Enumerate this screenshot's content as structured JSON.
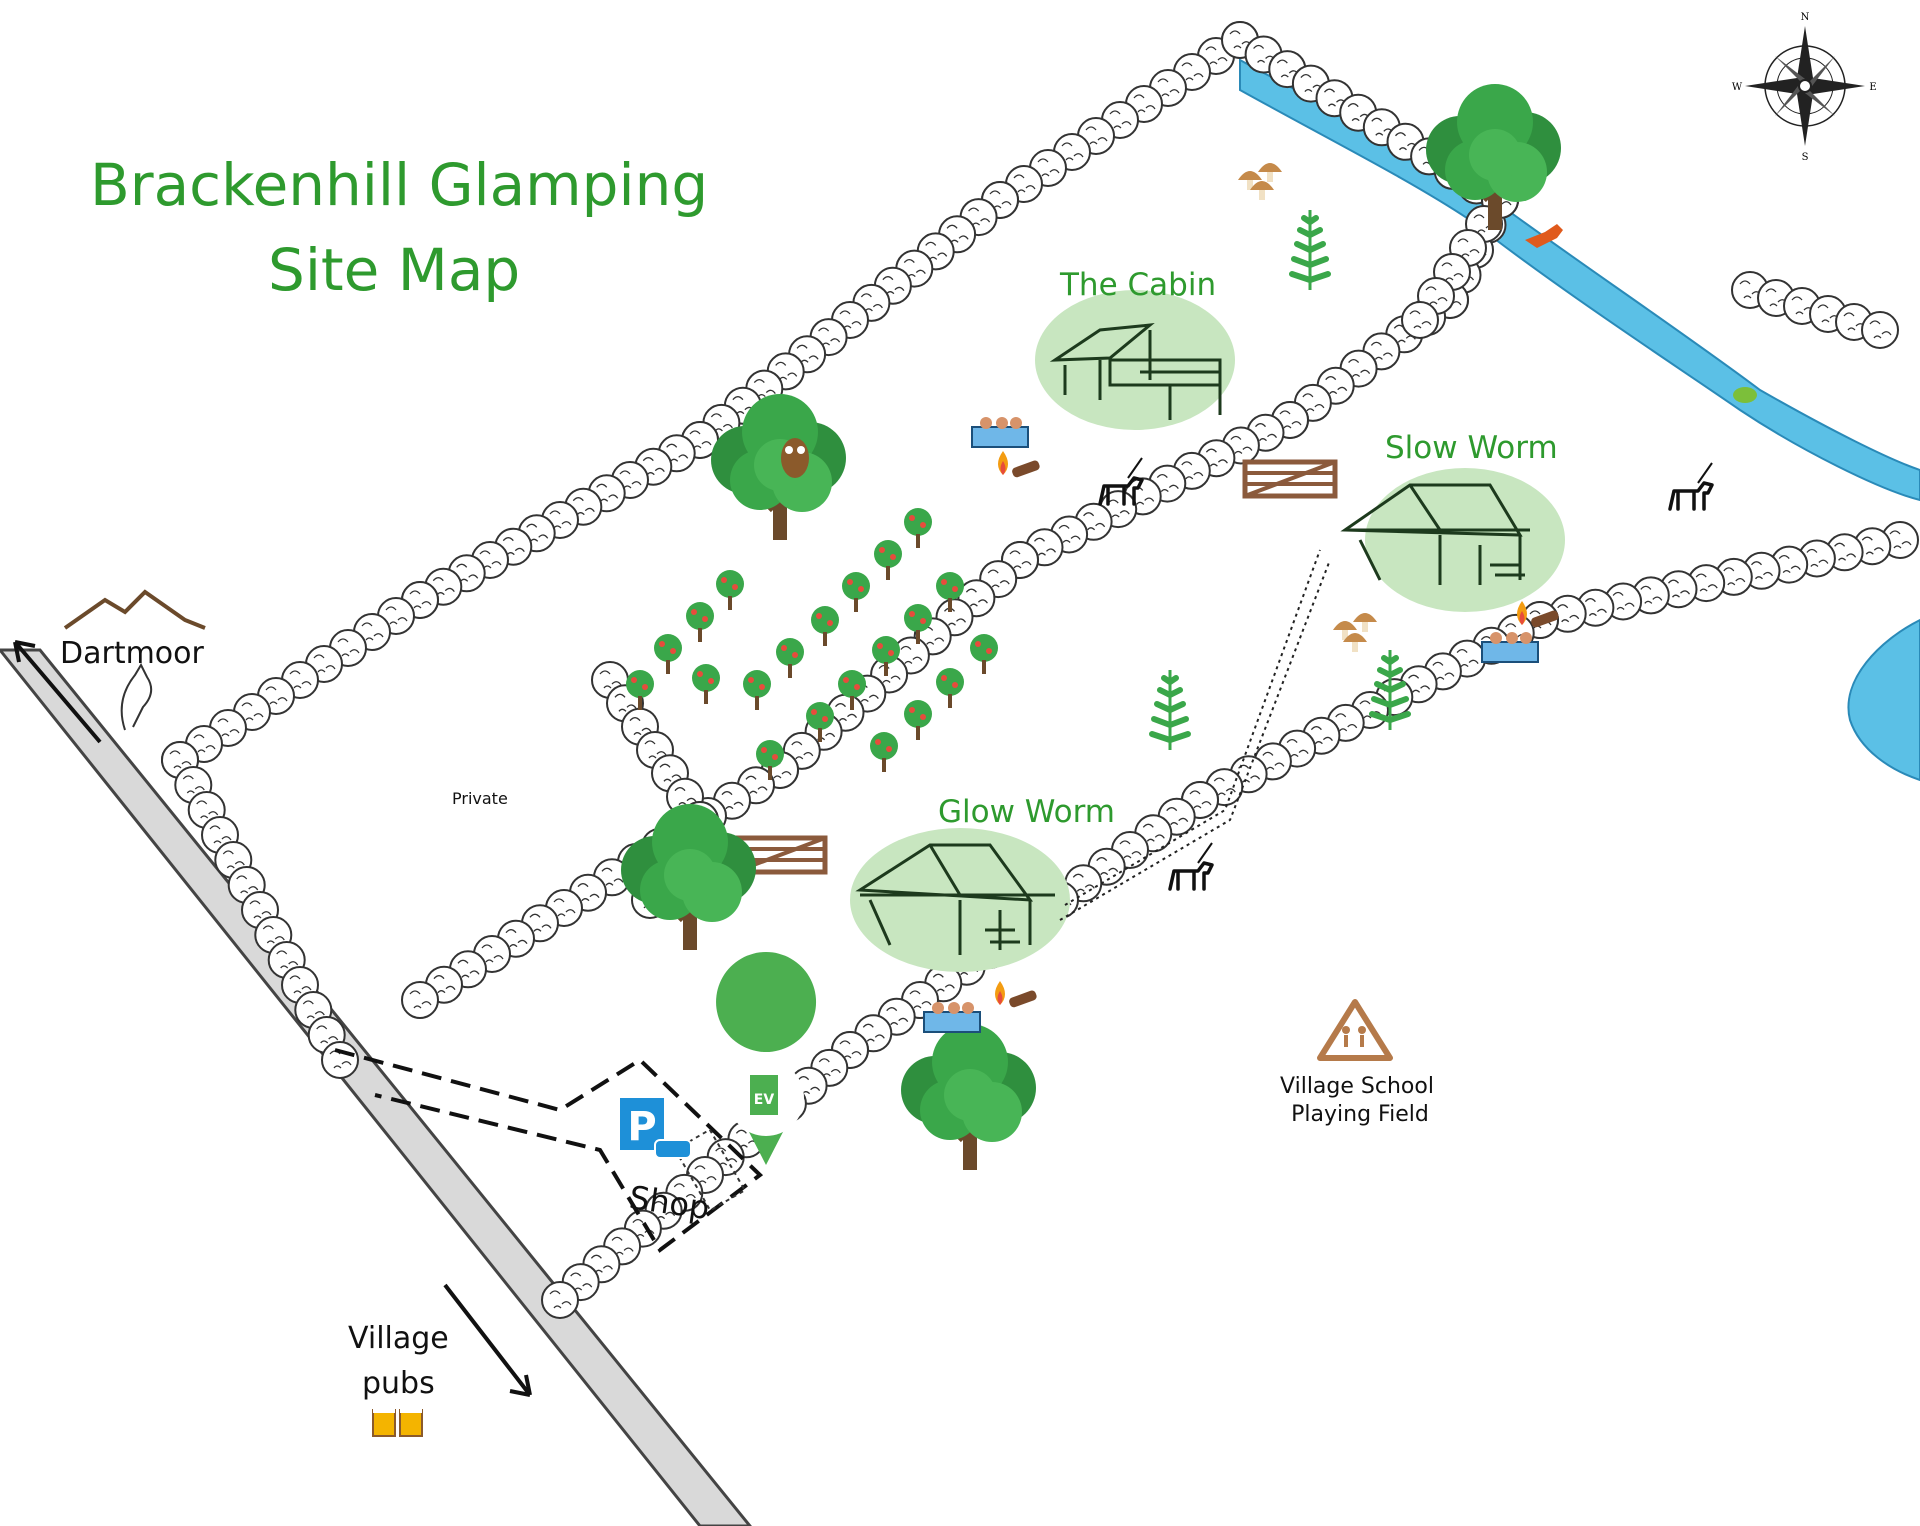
{
  "title": {
    "line1": "Brackenhill Glamping",
    "line2": "Site Map"
  },
  "lodges": {
    "cabin": "The Cabin",
    "slow_worm": "Slow Worm",
    "glow_worm": "Glow Worm"
  },
  "areas": {
    "private": "Private",
    "shop": "Shop",
    "school_line1": "Village School",
    "school_line2": "Playing Field"
  },
  "directions": {
    "dartmoor": "Dartmoor",
    "pubs_line1": "Village",
    "pubs_line2": "pubs"
  },
  "signs": {
    "parking": "P",
    "ev": "EV"
  },
  "compass": {
    "n": "N",
    "s": "S",
    "e": "E",
    "w": "W"
  },
  "colors": {
    "title_green": "#2e9a2e",
    "lodge_circle": "#c8e6c0",
    "river": "#5bc0e6",
    "parking_blue": "#1e90d8",
    "ev_green": "#4caf50",
    "gate_brown": "#8b5a3c",
    "road_gray": "#d9d9d9"
  },
  "icons": [
    "compass-rose-icon",
    "tree-icon",
    "owl-icon",
    "fox-icon",
    "frog-icon",
    "mushroom-icon",
    "fern-icon",
    "dog-walking-icon",
    "hot-tub-icon",
    "campfire-icon",
    "gate-icon",
    "parking-icon",
    "ev-charger-icon",
    "school-crossing-icon",
    "mountain-icon",
    "pony-icon",
    "beer-mugs-icon",
    "arrow-icon"
  ]
}
